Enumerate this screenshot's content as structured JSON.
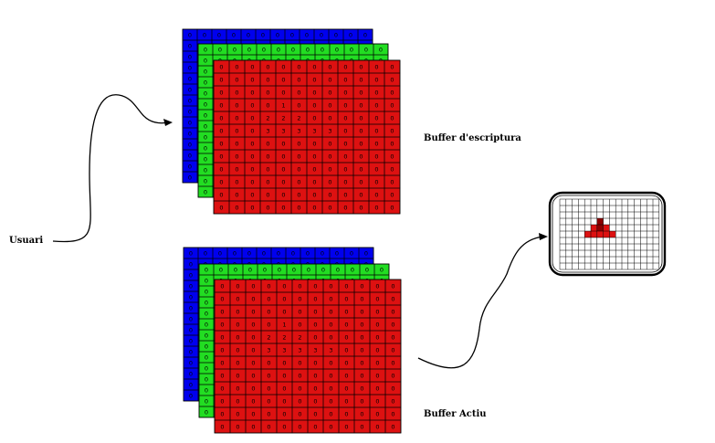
{
  "labels": {
    "user": "Usuari",
    "write_buffer": "Buffer d'escriptura",
    "active_buffer": "Buffer Actiu"
  },
  "layer_colors": {
    "blue": "#0000ee",
    "green": "#22dd22",
    "red": "#dd1111",
    "screen_dark_red": "#8b0000",
    "screen_red": "#dd1111"
  },
  "buffers": [
    {
      "name": "write_buffer",
      "layers": {
        "blue": {
          "rows": 14,
          "cols": 13,
          "fill": "0"
        },
        "green": {
          "rows": 14,
          "cols": 13,
          "fill": "0"
        },
        "red": {
          "rows": [
            [
              0,
              0,
              0,
              0,
              0,
              0,
              0,
              0,
              0,
              0,
              0,
              0
            ],
            [
              0,
              0,
              0,
              0,
              0,
              0,
              0,
              0,
              0,
              0,
              0,
              0
            ],
            [
              0,
              0,
              0,
              0,
              0,
              0,
              0,
              0,
              0,
              0,
              0,
              0
            ],
            [
              0,
              0,
              0,
              0,
              1,
              0,
              0,
              0,
              0,
              0,
              0,
              0
            ],
            [
              0,
              0,
              0,
              2,
              2,
              2,
              0,
              0,
              0,
              0,
              0,
              0
            ],
            [
              0,
              0,
              0,
              3,
              3,
              3,
              3,
              3,
              0,
              0,
              0,
              0
            ],
            [
              0,
              0,
              0,
              0,
              0,
              0,
              0,
              0,
              0,
              0,
              0,
              0
            ],
            [
              0,
              0,
              0,
              0,
              0,
              0,
              0,
              0,
              0,
              0,
              0,
              0
            ],
            [
              0,
              0,
              0,
              0,
              0,
              0,
              0,
              0,
              0,
              0,
              0,
              0
            ],
            [
              0,
              0,
              0,
              0,
              0,
              0,
              0,
              0,
              0,
              0,
              0,
              0
            ],
            [
              0,
              0,
              0,
              0,
              0,
              0,
              0,
              0,
              0,
              0,
              0,
              0
            ],
            [
              0,
              0,
              0,
              0,
              0,
              0,
              0,
              0,
              0,
              0,
              0,
              0
            ]
          ]
        }
      }
    },
    {
      "name": "active_buffer",
      "layers": {
        "blue": {
          "rows": 14,
          "cols": 13,
          "fill": "0"
        },
        "green": {
          "rows": 14,
          "cols": 13,
          "fill": "0"
        },
        "red": {
          "rows": [
            [
              0,
              0,
              0,
              0,
              0,
              0,
              0,
              0,
              0,
              0,
              0,
              0
            ],
            [
              0,
              0,
              0,
              0,
              0,
              0,
              0,
              0,
              0,
              0,
              0,
              0
            ],
            [
              0,
              0,
              0,
              0,
              0,
              0,
              0,
              0,
              0,
              0,
              0,
              0
            ],
            [
              0,
              0,
              0,
              0,
              1,
              0,
              0,
              0,
              0,
              0,
              0,
              0
            ],
            [
              0,
              0,
              0,
              2,
              2,
              2,
              0,
              0,
              0,
              0,
              0,
              0
            ],
            [
              0,
              0,
              0,
              3,
              3,
              3,
              3,
              3,
              0,
              0,
              0,
              0
            ],
            [
              0,
              0,
              0,
              0,
              0,
              0,
              0,
              0,
              0,
              0,
              0,
              0
            ],
            [
              0,
              0,
              0,
              0,
              0,
              0,
              0,
              0,
              0,
              0,
              0,
              0
            ],
            [
              0,
              0,
              0,
              0,
              0,
              0,
              0,
              0,
              0,
              0,
              0,
              0
            ],
            [
              0,
              0,
              0,
              0,
              0,
              0,
              0,
              0,
              0,
              0,
              0,
              0
            ],
            [
              0,
              0,
              0,
              0,
              0,
              0,
              0,
              0,
              0,
              0,
              0,
              0
            ],
            [
              0,
              0,
              0,
              0,
              0,
              0,
              0,
              0,
              0,
              0,
              0,
              0
            ]
          ]
        }
      }
    }
  ],
  "screen": {
    "rows": 11,
    "cols": 16,
    "pixels": [
      {
        "row": 3,
        "col": 6,
        "shade": "screen_dark_red"
      },
      {
        "row": 4,
        "col": 5,
        "shade": "screen_red"
      },
      {
        "row": 4,
        "col": 6,
        "shade": "screen_dark_red"
      },
      {
        "row": 4,
        "col": 7,
        "shade": "screen_red"
      },
      {
        "row": 5,
        "col": 4,
        "shade": "screen_red"
      },
      {
        "row": 5,
        "col": 5,
        "shade": "screen_red"
      },
      {
        "row": 5,
        "col": 6,
        "shade": "screen_red"
      },
      {
        "row": 5,
        "col": 7,
        "shade": "screen_red"
      },
      {
        "row": 5,
        "col": 8,
        "shade": "screen_red"
      }
    ]
  }
}
